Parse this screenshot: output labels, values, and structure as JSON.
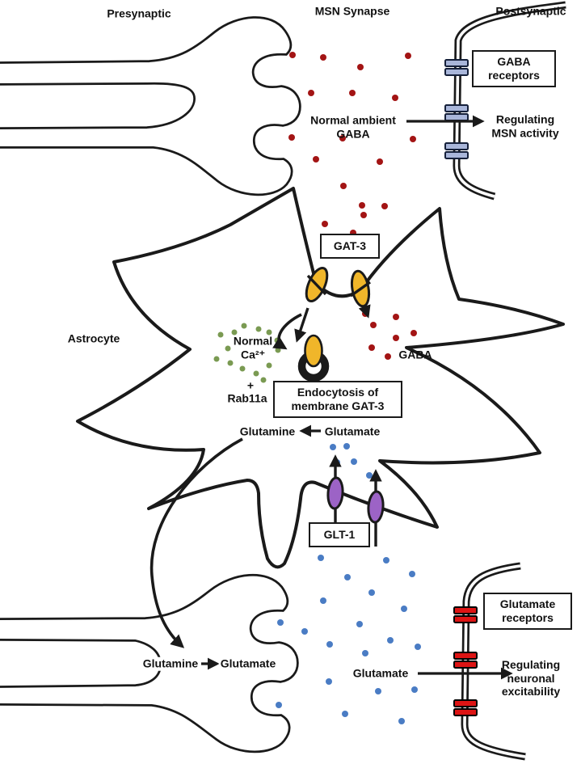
{
  "header": {
    "presynaptic": "Presynaptic",
    "msn_synapse": "MSN Synapse",
    "postsynaptic": "Postsynaptic"
  },
  "top_section": {
    "gaba_receptors_box": "GABA receptors",
    "ambient_label": "Normal ambient GABA",
    "regulating_label": "Regulating MSN activity"
  },
  "astrocyte_section": {
    "astrocyte_label": "Astrocyte",
    "gat3_box": "GAT-3",
    "normal_ca_label": "Normal Ca²⁺",
    "plus_label": "+",
    "rab11a_label": "Rab11a",
    "endocytosis_box": "Endocytosis of membrane GAT-3",
    "gaba_label": "GABA",
    "glutamine_label": "Glutamine",
    "glutamate_label": "Glutamate",
    "glt1_box": "GLT-1"
  },
  "bottom_section": {
    "glutamine_label": "Glutamine",
    "glutamate_label": "Glutamate",
    "glutamate_free_label": "Glutamate",
    "glutamate_receptors_box": "Glutamate receptors",
    "regulating_label": "Regulating neuronal excitability"
  },
  "colors": {
    "line": "#1a1a1a",
    "gaba_molecule": "#a31414",
    "calcium_ion": "#7a9a52",
    "glutamate_molecule": "#4a7cc4",
    "gat3_transporter": "#f0b62a",
    "glt1_transporter": "#9c63c6",
    "gaba_receptor_fill": "#a9b6da",
    "gaba_receptor_stroke": "#15203a",
    "glutamate_receptor_fill": "#dd1414",
    "glutamate_receptor_stroke": "#000000"
  }
}
